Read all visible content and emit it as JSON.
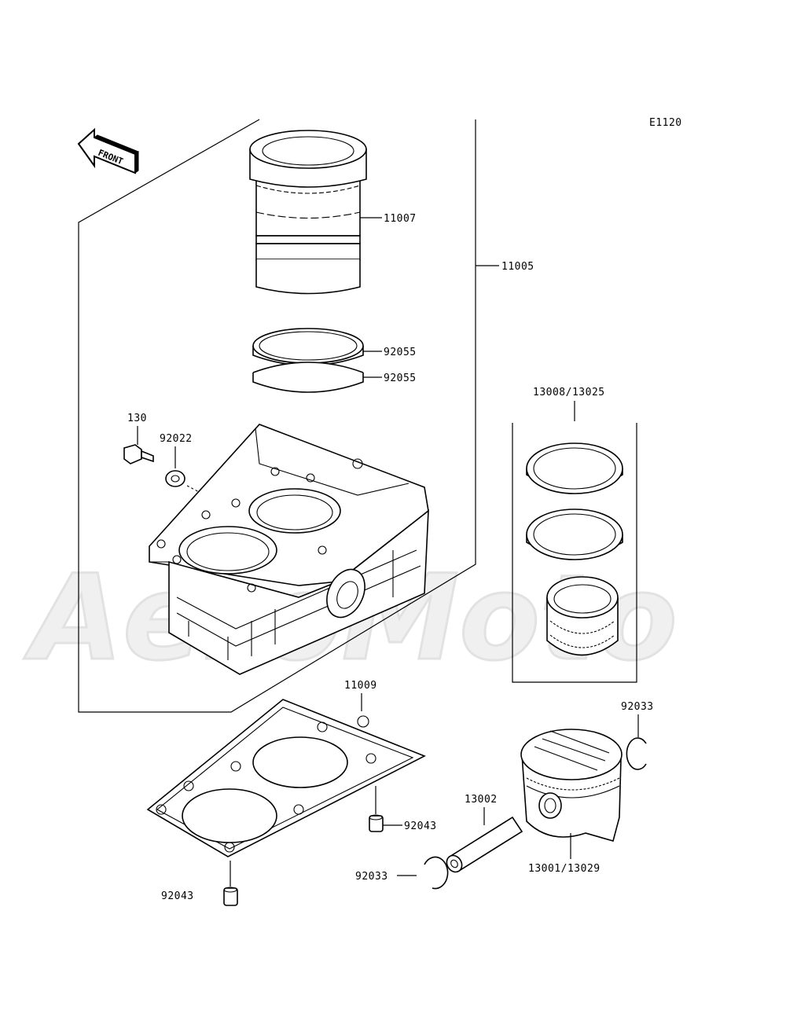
{
  "diagram": {
    "code": "E1120",
    "front_label": "FRONT",
    "watermark": "AeroMoto",
    "parts": {
      "liner": "11007",
      "cylinder": "11005",
      "oring_1": "92055",
      "oring_2": "92055",
      "bolt": "130",
      "washer": "92022",
      "ring_set": "13008/13025",
      "base_gasket": "11009",
      "dowel_upper": "92043",
      "dowel_lower": "92043",
      "circlip_right": "92033",
      "circlip_left": "92033",
      "pin": "13002",
      "piston": "13001/13029"
    }
  }
}
